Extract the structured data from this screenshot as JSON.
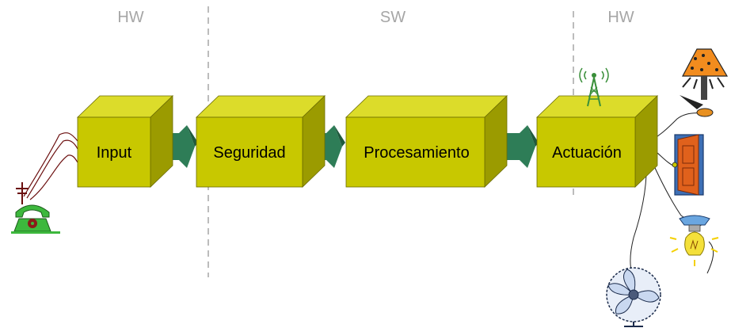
{
  "sections": {
    "left": "HW",
    "middle": "SW",
    "right": "HW"
  },
  "blocks": {
    "input": "Input",
    "seguridad": "Seguridad",
    "procesamiento": "Procesamiento",
    "actuacion": "Actuación"
  },
  "colors": {
    "block_front": "#c8c800",
    "block_top": "#dcdc2a",
    "block_side": "#9b9b00",
    "arrow": "#2e7d57",
    "divider": "#a6a6a6",
    "section_label": "#a6a6a6",
    "wire": "#6b0e0e"
  },
  "icons": [
    "telephone-icon",
    "antenna-icon",
    "lamp-icon",
    "door-icon",
    "light-bulb-icon",
    "fan-icon"
  ]
}
